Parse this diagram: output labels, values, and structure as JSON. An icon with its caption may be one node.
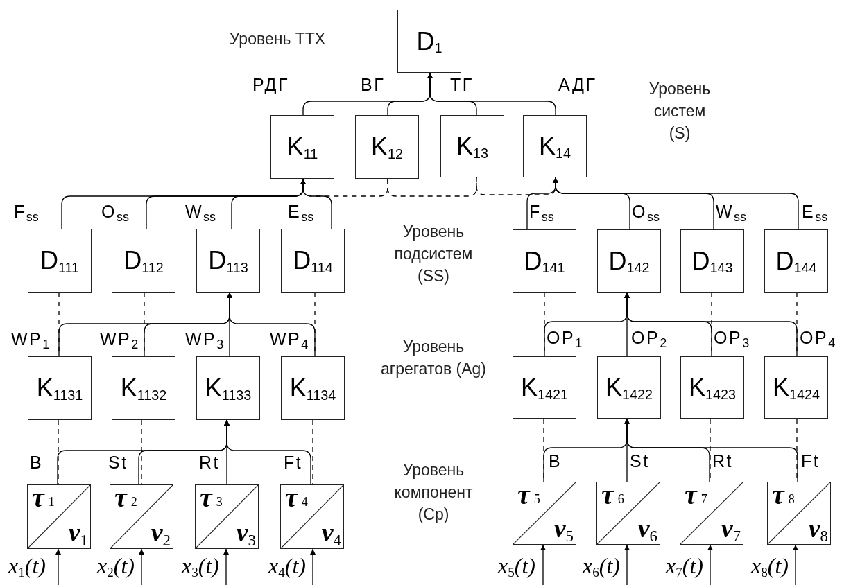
{
  "diagram": {
    "nodes": [
      {
        "text": [
          "D$_{1}$"
        ]
      },
      {
        "text": [
          "K$_{11}$"
        ]
      },
      {
        "text": [
          "K$_{12}$"
        ]
      },
      {
        "text": [
          "K$_{13}$"
        ]
      },
      {
        "text": [
          "K$_{14}$"
        ]
      },
      {
        "text": [
          "D$_{111}$"
        ]
      },
      {
        "text": [
          "D$_{112}$"
        ]
      },
      {
        "text": [
          "D$_{113}$"
        ]
      },
      {
        "text": [
          "D$_{114}$"
        ]
      },
      {
        "text": [
          "D$_{141}$"
        ]
      },
      {
        "text": [
          "D$_{142}$"
        ]
      },
      {
        "text": [
          "D$_{143}$"
        ]
      },
      {
        "text": [
          "D$_{144}$"
        ]
      },
      {
        "text": [
          "K$_{1131}$"
        ]
      },
      {
        "text": [
          "K$_{1132}$"
        ]
      },
      {
        "text": [
          "K$_{1133}$"
        ]
      },
      {
        "text": [
          "K$_{1134}$"
        ]
      },
      {
        "text": [
          "K$_{1421}$"
        ]
      },
      {
        "text": [
          "K$_{1422}$"
        ]
      },
      {
        "text": [
          "K$_{1423}$"
        ]
      },
      {
        "text": [
          "K$_{1424}$"
        ]
      },
      {
        "text": [
          "τ$_{1}$",
          "ν$_{1}$"
        ]
      },
      {
        "text": [
          "τ$_{2}$",
          "ν$_{2}$"
        ]
      },
      {
        "text": [
          "τ$_{3}$",
          "ν$_{3}$"
        ]
      },
      {
        "text": [
          "τ$_{4}$",
          "ν$_{4}$"
        ]
      },
      {
        "text": [
          "τ$_{5}$",
          "ν$_{5}$"
        ]
      },
      {
        "text": [
          "τ$_{6}$",
          "ν$_{6}$"
        ]
      },
      {
        "text": [
          "τ$_{7}$",
          "ν$_{7}$"
        ]
      },
      {
        "text": [
          "τ$_{8}$",
          "ν$_{8}$"
        ]
      }
    ],
    "edges": [
      {
        "from": 1,
        "to": 0,
        "arrow": "to",
        "label": "РДГ"
      },
      {
        "from": 2,
        "to": 0,
        "arrow": "to",
        "label": "ВГ"
      },
      {
        "from": 3,
        "to": 0,
        "arrow": "to",
        "label": "ТГ"
      },
      {
        "from": 4,
        "to": 0,
        "arrow": "to",
        "label": "АДГ"
      },
      {
        "from": 5,
        "to": 1,
        "arrow": "to",
        "label": "F$_{ss}$"
      },
      {
        "from": 6,
        "to": 1,
        "arrow": "to",
        "label": "O$_{ss}$"
      },
      {
        "from": 7,
        "to": 1,
        "arrow": "to",
        "label": "W$_{ss}$"
      },
      {
        "from": 8,
        "to": 1,
        "arrow": "to",
        "label": "E$_{ss}$"
      },
      {
        "from": 9,
        "to": 4,
        "arrow": "to",
        "label": "F$_{ss}$"
      },
      {
        "from": 10,
        "to": 4,
        "arrow": "to",
        "label": "O$_{ss}$"
      },
      {
        "from": 11,
        "to": 4,
        "arrow": "to",
        "label": "W$_{ss}$"
      },
      {
        "from": 12,
        "to": 4,
        "arrow": "to",
        "label": "E$_{ss}$"
      },
      {
        "from": 13,
        "to": 7,
        "arrow": "to",
        "label": "WP$_{1}$"
      },
      {
        "from": 14,
        "to": 7,
        "arrow": "to",
        "label": "WP$_{2}$"
      },
      {
        "from": 15,
        "to": 7,
        "arrow": "to",
        "label": "WP$_{3}$"
      },
      {
        "from": 16,
        "to": 7,
        "arrow": "to",
        "label": "WP$_{4}$"
      },
      {
        "from": 17,
        "to": 10,
        "arrow": "to",
        "label": "OP$_{1}$"
      },
      {
        "from": 18,
        "to": 10,
        "arrow": "to",
        "label": "OP$_{2}$"
      },
      {
        "from": 19,
        "to": 10,
        "arrow": "to",
        "label": "OP$_{3}$"
      },
      {
        "from": 20,
        "to": 10,
        "arrow": "to",
        "label": "OP$_{4}$"
      },
      {
        "from": 21,
        "to": 15,
        "arrow": "to",
        "label": "B"
      },
      {
        "from": 22,
        "to": 15,
        "arrow": "to",
        "label": "St"
      },
      {
        "from": 23,
        "to": 15,
        "arrow": "to",
        "label": "Rt"
      },
      {
        "from": 24,
        "to": 15,
        "arrow": "to",
        "label": "Ft"
      },
      {
        "from": 25,
        "to": 18,
        "arrow": "to",
        "label": "B"
      },
      {
        "from": 26,
        "to": 18,
        "arrow": "to",
        "label": "St"
      },
      {
        "from": 27,
        "to": 18,
        "arrow": "to",
        "label": "Rt"
      },
      {
        "from": 28,
        "to": 18,
        "arrow": "to",
        "label": "Ft"
      },
      {
        "from": null,
        "to": 21,
        "arrow": "to",
        "label": "x$_{1}$(t)"
      },
      {
        "from": null,
        "to": 22,
        "arrow": "to",
        "label": "x$_{2}$(t)"
      },
      {
        "from": null,
        "to": 23,
        "arrow": "to",
        "label": "x$_{3}$(t)"
      },
      {
        "from": null,
        "to": 24,
        "arrow": "to",
        "label": "x$_{4}$(t)"
      },
      {
        "from": null,
        "to": 25,
        "arrow": "to",
        "label": "x$_{5}$(t)"
      },
      {
        "from": null,
        "to": 26,
        "arrow": "to",
        "label": "x$_{6}$(t)"
      },
      {
        "from": null,
        "to": 27,
        "arrow": "to",
        "label": "x$_{7}$(t)"
      },
      {
        "from": null,
        "to": 28,
        "arrow": "to",
        "label": "x$_{8}$(t)"
      },
      {
        "from": 2,
        "to": 1,
        "arrow": "none",
        "style": "dashed"
      },
      {
        "from": 2,
        "to": 3,
        "arrow": "none",
        "style": "dashed"
      },
      {
        "from": 3,
        "to": 4,
        "arrow": "none",
        "style": "dashed"
      },
      {
        "from": 5,
        "to": 13,
        "arrow": "none",
        "style": "dashed"
      },
      {
        "from": 6,
        "to": 14,
        "arrow": "none",
        "style": "dashed"
      },
      {
        "from": 8,
        "to": 16,
        "arrow": "none",
        "style": "dashed"
      },
      {
        "from": 9,
        "to": 17,
        "arrow": "none",
        "style": "dashed"
      },
      {
        "from": 11,
        "to": 19,
        "arrow": "none",
        "style": "dashed"
      },
      {
        "from": 12,
        "to": 20,
        "arrow": "none",
        "style": "dashed"
      },
      {
        "from": 13,
        "to": 21,
        "arrow": "none",
        "style": "dashed"
      },
      {
        "from": 14,
        "to": 22,
        "arrow": "none",
        "style": "dashed"
      },
      {
        "from": 16,
        "to": 24,
        "arrow": "none",
        "style": "dashed"
      },
      {
        "from": 17,
        "to": 25,
        "arrow": "none",
        "style": "dashed"
      },
      {
        "from": 19,
        "to": 27,
        "arrow": "none",
        "style": "dashed"
      },
      {
        "from": 20,
        "to": 28,
        "arrow": "none",
        "style": "dashed"
      }
    ],
    "labels": [
      "Уровень ТТХ",
      "Уровень систем (S)",
      "Уровень подсистем (SS)",
      "Уровень агрегатов (Ag)",
      "Уровень компонент (Cp)"
    ]
  }
}
